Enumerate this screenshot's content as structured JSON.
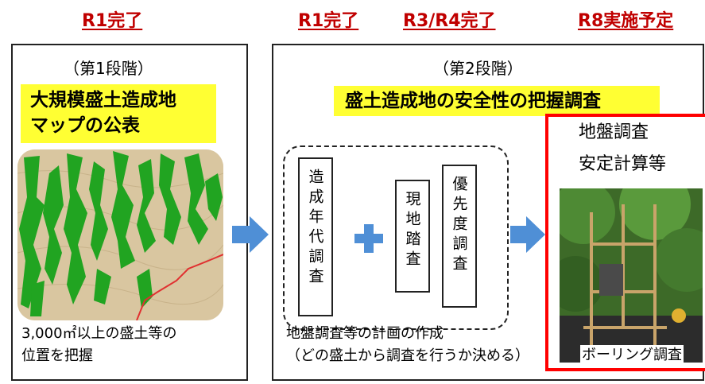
{
  "status_labels": [
    "R1完了",
    "R1完了",
    "R3/R4完了",
    "R8実施予定"
  ],
  "stage1": {
    "title": "（第1段階）",
    "highlight_line1": "大規模盛土造成地",
    "highlight_line2": "マップの公表",
    "note_line1": "3,000㎡以上の盛土等の",
    "note_line2": "位置を把握"
  },
  "stage2": {
    "title": "（第2段階）",
    "highlight": "盛土造成地の安全性の把握調査",
    "survey1": "造成年代調査",
    "survey2": "現地踏査",
    "survey3": "優先度調査",
    "note_line1": "地盤調査等の計画の作成",
    "note_line2": "（どの盛土から調査を行うか決める）",
    "boxed_line1": "地盤調査",
    "boxed_line2": "安定計算等",
    "photo_caption": "ボーリング調査"
  },
  "colors": {
    "status": "#c00000",
    "highlight": "#ffff33",
    "arrow": "#4f8fd6",
    "callout": "#ff0000",
    "map_green": "#21a421"
  }
}
